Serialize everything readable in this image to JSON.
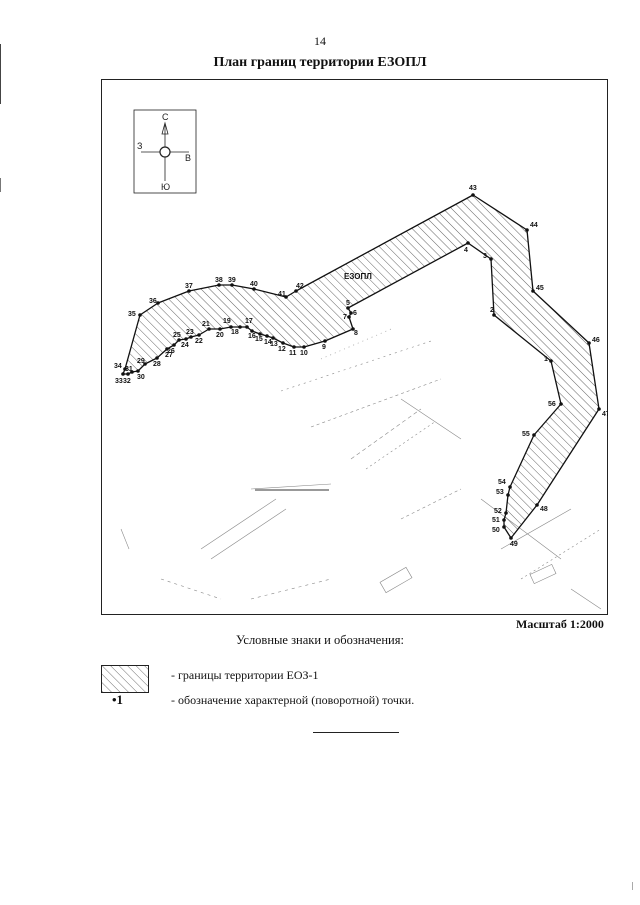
{
  "page_number": "14",
  "title": "План границ территории ЕЗОПЛ",
  "zone_label": "ЕЗОПЛ",
  "compass": {
    "north": "С",
    "south": "Ю",
    "west": "З",
    "east": "В"
  },
  "scale": "Масштаб 1:2000",
  "legend": {
    "title": "Условные знаки и обозначения:",
    "hatch_text": "- границы территории ЕОЗ-1",
    "point_symbol": "•1",
    "point_text": "- обозначение характерной (поворотной) точки."
  },
  "points": {
    "1": "1",
    "2": "2",
    "3": "3",
    "4": "4",
    "5": "5",
    "6": "6",
    "7": "7",
    "8": "8",
    "9": "9",
    "10": "10",
    "11": "11",
    "12": "12",
    "13": "13",
    "14": "14",
    "15": "15",
    "16": "16",
    "17": "17",
    "18": "18",
    "19": "19",
    "20": "20",
    "21": "21",
    "22": "22",
    "23": "23",
    "24": "24",
    "25": "25",
    "26": "26",
    "27": "27",
    "28": "28",
    "29": "29",
    "30": "30",
    "31": "31",
    "32": "32",
    "33": "33",
    "34": "34",
    "35": "35",
    "36": "36",
    "37": "37",
    "38": "38",
    "39": "39",
    "40": "40",
    "41": "41",
    "42": "42",
    "43": "43",
    "44": "44",
    "45": "45",
    "46": "46",
    "47": "47",
    "48": "48",
    "49": "49",
    "50": "50",
    "51": "51",
    "52": "52",
    "53": "53",
    "54": "54",
    "55": "55",
    "56": "56"
  }
}
